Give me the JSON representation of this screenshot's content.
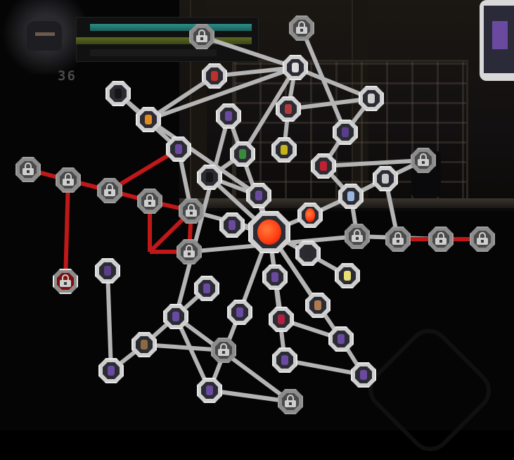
{
  "hud": {
    "counter": "36",
    "health_level": 0.92,
    "energy_level": 1.0,
    "colors": {
      "health": "#2b8f88",
      "energy": "#5c6a22"
    }
  },
  "skill_tree": {
    "colors": {
      "active_line": "#b4b4b4",
      "locked_line": "#c01818",
      "node_frame": "#cfcfcf"
    },
    "nodes": [
      {
        "id": "root",
        "kind": "core",
        "icon": "flame-slash-icon",
        "name": "skill-node-core"
      },
      {
        "id": "n1",
        "kind": "locked",
        "icon": "lock-icon"
      },
      {
        "id": "n2",
        "kind": "locked",
        "icon": "lock-icon"
      },
      {
        "id": "n3",
        "kind": "unlocked",
        "icon": "ninja-dash-icon"
      },
      {
        "id": "n4",
        "kind": "unlocked",
        "icon": "ninja-mask-icon"
      },
      {
        "id": "n5",
        "kind": "unlocked",
        "icon": "throwing-star-icon"
      },
      {
        "id": "n6",
        "kind": "unlocked",
        "icon": "ninja-crouch-icon"
      },
      {
        "id": "n7",
        "kind": "unlocked",
        "icon": "red-slash-icon"
      },
      {
        "id": "n8",
        "kind": "unlocked",
        "icon": "shadow-figure-icon"
      },
      {
        "id": "n9",
        "kind": "unlocked",
        "icon": "train-icon"
      },
      {
        "id": "n10",
        "kind": "unlocked",
        "icon": "green-ninja-icon"
      },
      {
        "id": "n11",
        "kind": "unlocked",
        "icon": "yellow-ninja-icon"
      },
      {
        "id": "n12",
        "kind": "unlocked",
        "icon": "explosion-icon"
      },
      {
        "id": "n13",
        "kind": "unlocked",
        "icon": "ninja-kick-icon"
      },
      {
        "id": "n14",
        "kind": "unlocked",
        "icon": "shadow-figure-icon"
      },
      {
        "id": "n15",
        "kind": "unlocked",
        "icon": "red-impact-icon"
      },
      {
        "id": "n16",
        "kind": "unlocked",
        "icon": "ninja-run-icon"
      },
      {
        "id": "n17",
        "kind": "locked",
        "icon": "lock-icon"
      },
      {
        "id": "n18",
        "kind": "unlocked",
        "icon": "sword-hand-icon"
      },
      {
        "id": "n19",
        "kind": "unlocked",
        "icon": "electric-icon"
      },
      {
        "id": "n20",
        "kind": "orb",
        "icon": "fire-orb-icon"
      },
      {
        "id": "n21",
        "kind": "orb",
        "icon": "fire-orb-icon"
      },
      {
        "id": "n22",
        "kind": "orb",
        "icon": "fire-orb-icon"
      },
      {
        "id": "n23",
        "kind": "locked",
        "icon": "lock-icon"
      },
      {
        "id": "n24",
        "kind": "locked",
        "icon": "lock-icon"
      },
      {
        "id": "n25",
        "kind": "locked",
        "icon": "lock-icon"
      },
      {
        "id": "n26",
        "kind": "locked",
        "icon": "lock-icon"
      },
      {
        "id": "n27",
        "kind": "locked",
        "icon": "lock-icon"
      },
      {
        "id": "n28",
        "kind": "locked",
        "icon": "lock-icon"
      },
      {
        "id": "n29",
        "kind": "locked",
        "icon": "lock-icon"
      },
      {
        "id": "n30",
        "kind": "locked",
        "icon": "lock-icon"
      },
      {
        "id": "n31",
        "kind": "locked",
        "icon": "lock-icon"
      },
      {
        "id": "n32",
        "kind": "locked",
        "icon": "lock-icon"
      },
      {
        "id": "n33",
        "kind": "redlocked",
        "icon": "lock-icon"
      },
      {
        "id": "n34",
        "kind": "unlocked",
        "icon": "ninja-jump-icon"
      },
      {
        "id": "n35",
        "kind": "unlocked",
        "icon": "ninja-dash-icon"
      },
      {
        "id": "n36",
        "kind": "unlocked",
        "icon": "ninja-roll-icon"
      },
      {
        "id": "n37",
        "kind": "unlocked",
        "icon": "shuriken-icon"
      },
      {
        "id": "n38",
        "kind": "unlocked",
        "icon": "star-burst-icon"
      },
      {
        "id": "n39",
        "kind": "unlocked",
        "icon": "brute-icon"
      },
      {
        "id": "n40",
        "kind": "unlocked",
        "icon": "ninja-leap-icon"
      },
      {
        "id": "n41",
        "kind": "unlocked",
        "icon": "ninja-throw-icon"
      },
      {
        "id": "n42",
        "kind": "unlocked",
        "icon": "ninja-bow-icon"
      },
      {
        "id": "n43",
        "kind": "unlocked",
        "icon": "ninja-slide-icon"
      },
      {
        "id": "n44",
        "kind": "unlocked",
        "icon": "blood-strike-icon"
      },
      {
        "id": "n45",
        "kind": "unlocked",
        "icon": "ninja-lunge-icon"
      },
      {
        "id": "n46",
        "kind": "unlocked",
        "icon": "ninja-crouch-icon"
      },
      {
        "id": "n47",
        "kind": "locked",
        "icon": "lock-icon"
      },
      {
        "id": "n48",
        "kind": "unlocked",
        "icon": "ninja-dash-icon"
      },
      {
        "id": "n49",
        "kind": "unlocked",
        "icon": "ninja-slide-icon"
      },
      {
        "id": "n50",
        "kind": "unlocked",
        "icon": "ninja-sword-icon"
      },
      {
        "id": "n51",
        "kind": "locked",
        "icon": "lock-icon"
      },
      {
        "id": "n52",
        "kind": "unlocked",
        "icon": "ninja-run-icon"
      },
      {
        "id": "n53",
        "kind": "unlocked",
        "icon": "ninja-pose-icon"
      },
      {
        "id": "n54",
        "kind": "unlocked",
        "icon": "ninja-slash-icon"
      },
      {
        "id": "n55",
        "kind": "unlocked",
        "icon": "ninja-strike-icon"
      },
      {
        "id": "n56",
        "kind": "unlocked",
        "icon": "ninja-crouch-icon"
      }
    ],
    "links": [
      [
        "root",
        "n13"
      ],
      [
        "root",
        "n14"
      ],
      [
        "root",
        "n3"
      ],
      [
        "root",
        "n24"
      ],
      [
        "root",
        "n20"
      ],
      [
        "root",
        "n34"
      ],
      [
        "root",
        "n35"
      ],
      [
        "root",
        "n36"
      ],
      [
        "root",
        "n37"
      ],
      [
        "root",
        "n38"
      ],
      [
        "root",
        "n39"
      ],
      [
        "root",
        "n44"
      ],
      [
        "root",
        "n45"
      ],
      [
        "n14",
        "n13"
      ],
      [
        "n14",
        "n10"
      ],
      [
        "n10",
        "n4"
      ],
      [
        "n4",
        "n1"
      ],
      [
        "n4",
        "n9"
      ],
      [
        "n4",
        "n5"
      ],
      [
        "n4",
        "n7"
      ],
      [
        "n9",
        "n11"
      ],
      [
        "n9",
        "n5"
      ],
      [
        "n5",
        "n6"
      ],
      [
        "n2",
        "n6"
      ],
      [
        "n6",
        "n15"
      ],
      [
        "n15",
        "n19"
      ],
      [
        "n15",
        "n17"
      ],
      [
        "n17",
        "n18"
      ],
      [
        "n18",
        "n21"
      ],
      [
        "n21",
        "n22"
      ],
      [
        "n20",
        "n21"
      ],
      [
        "n21",
        "n23"
      ],
      [
        "n22",
        "n26"
      ],
      [
        "n23",
        "n27"
      ],
      [
        "n23",
        "n28"
      ],
      [
        "n28",
        "n29"
      ],
      [
        "n8",
        "n16"
      ],
      [
        "n8",
        "n12"
      ],
      [
        "n12",
        "n7"
      ],
      [
        "n12",
        "n13"
      ],
      [
        "n12",
        "n4"
      ],
      [
        "n16",
        "n24"
      ],
      [
        "n35",
        "n41"
      ],
      [
        "n41",
        "n42"
      ],
      [
        "n42",
        "n43"
      ],
      [
        "n43",
        "n46"
      ],
      [
        "n42",
        "n47"
      ],
      [
        "n36",
        "n48"
      ],
      [
        "n48",
        "n49"
      ],
      [
        "n37",
        "n50"
      ],
      [
        "n50",
        "n51"
      ],
      [
        "n50",
        "n52"
      ],
      [
        "n52",
        "n53"
      ],
      [
        "n53",
        "n50"
      ],
      [
        "n39",
        "n54"
      ],
      [
        "n44",
        "n55"
      ],
      [
        "n55",
        "n56"
      ],
      [
        "n40",
        "n41"
      ]
    ],
    "red_links": [
      [
        "n30",
        "n31"
      ],
      [
        "n31",
        "n32"
      ],
      [
        "n32",
        "n25"
      ],
      [
        "n25",
        "n24"
      ],
      [
        "n32",
        "n16"
      ],
      [
        "n31",
        "n33"
      ],
      [
        "n25",
        "n27b"
      ],
      [
        "n24",
        "n27b"
      ],
      [
        "n27b",
        "n27"
      ],
      [
        "n27",
        "n24"
      ],
      [
        "n26",
        "n57"
      ]
    ]
  }
}
